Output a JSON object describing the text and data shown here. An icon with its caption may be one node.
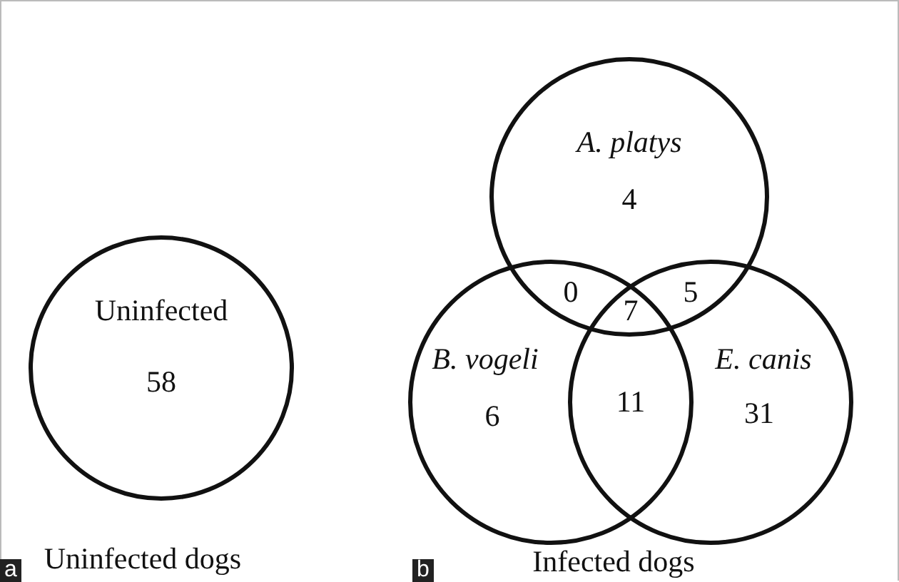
{
  "diagram": {
    "nodes": [
      {
        "text": [
          "Uninfected",
          "58"
        ]
      },
      {
        "text": [
          "A. platys",
          "4"
        ]
      },
      {
        "text": [
          "B. vogeli",
          "6"
        ]
      },
      {
        "text": [
          "E. canis",
          "31"
        ]
      }
    ],
    "labels": [
      "0",
      "5",
      "7",
      "11",
      "Uninfected dogs",
      "Infected dogs",
      "a",
      "b"
    ]
  }
}
